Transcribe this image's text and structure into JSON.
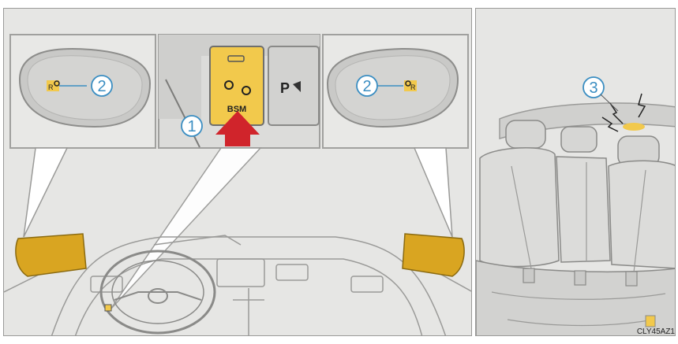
{
  "callouts": {
    "one": "1",
    "two_left": "2",
    "two_right": "2",
    "three": "3"
  },
  "switch_panel": {
    "bsm_label": "BSM",
    "parking_label": "P"
  },
  "figure_code": "CLY45AZ1",
  "colors": {
    "indicator_yellow": "#f2c94c",
    "arrow_red": "#d0242b",
    "callout_blue": "#3b8ec2",
    "mirror_gold": "#d9a521"
  },
  "icons": [
    "bsm-switch-icon",
    "parking-sensor-icon",
    "blind-spot-indicator-icon",
    "sound-wave-icon",
    "press-arrow-icon"
  ]
}
